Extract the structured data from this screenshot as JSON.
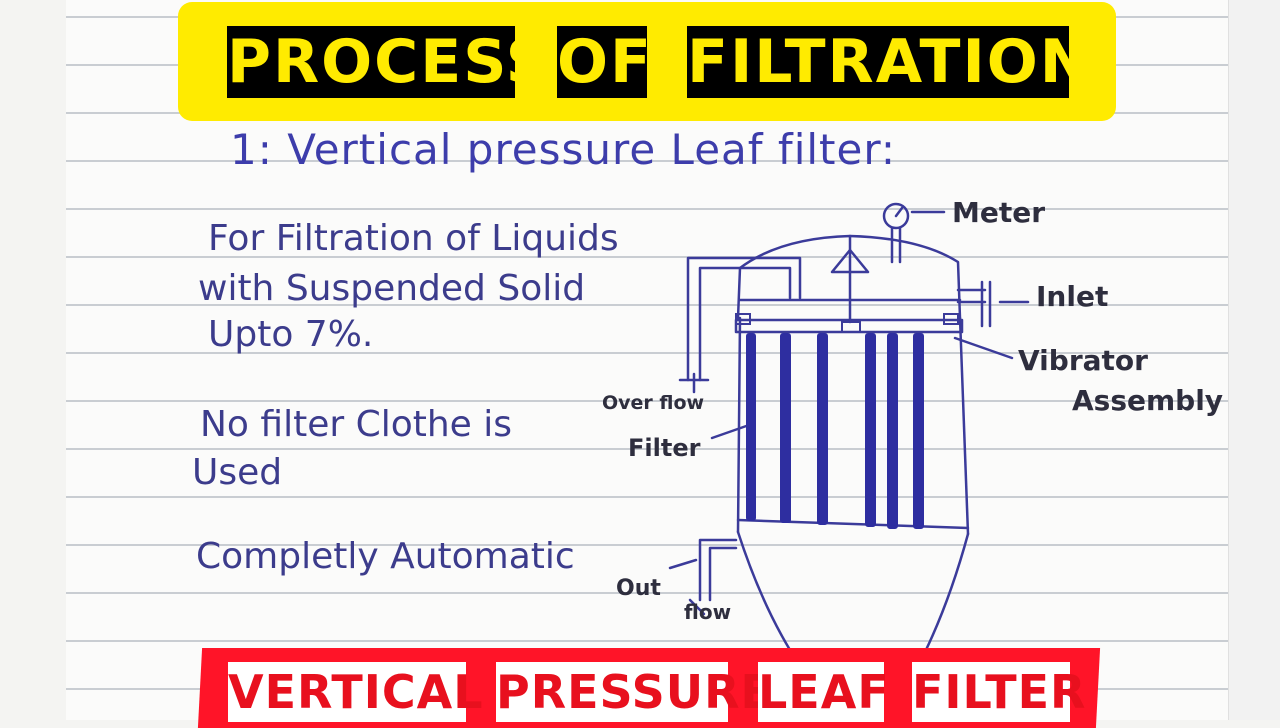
{
  "banner_top": {
    "words": [
      "PROCESS",
      "OF",
      "FILTRATION"
    ]
  },
  "heading": "1:  Vertical  pressure  Leaf  filter:",
  "notes": {
    "line1": "For Filtration of Liquids",
    "line2": "with Suspended Solid",
    "line3": "Upto 7%.",
    "line4": "No filter Clothe is",
    "line5": "Used",
    "line6": "Completly Automatic"
  },
  "diagram_labels": {
    "meter": "Meter",
    "inlet": "Inlet",
    "vibrator": "Vibrator",
    "assembly": "Assembly",
    "overflow": "Over flow",
    "filter": "Filter",
    "out": "Out",
    "flow": "flow"
  },
  "banner_bottom": {
    "words": [
      "VERTICAL",
      "PRESSURE",
      "LEAF",
      "FILTER"
    ]
  },
  "colors": {
    "banner_yellow": "#ffeb00",
    "banner_red": "#ff1428",
    "ink_blue": "#3c3c8c",
    "ink_dark": "#2e2e3e"
  }
}
